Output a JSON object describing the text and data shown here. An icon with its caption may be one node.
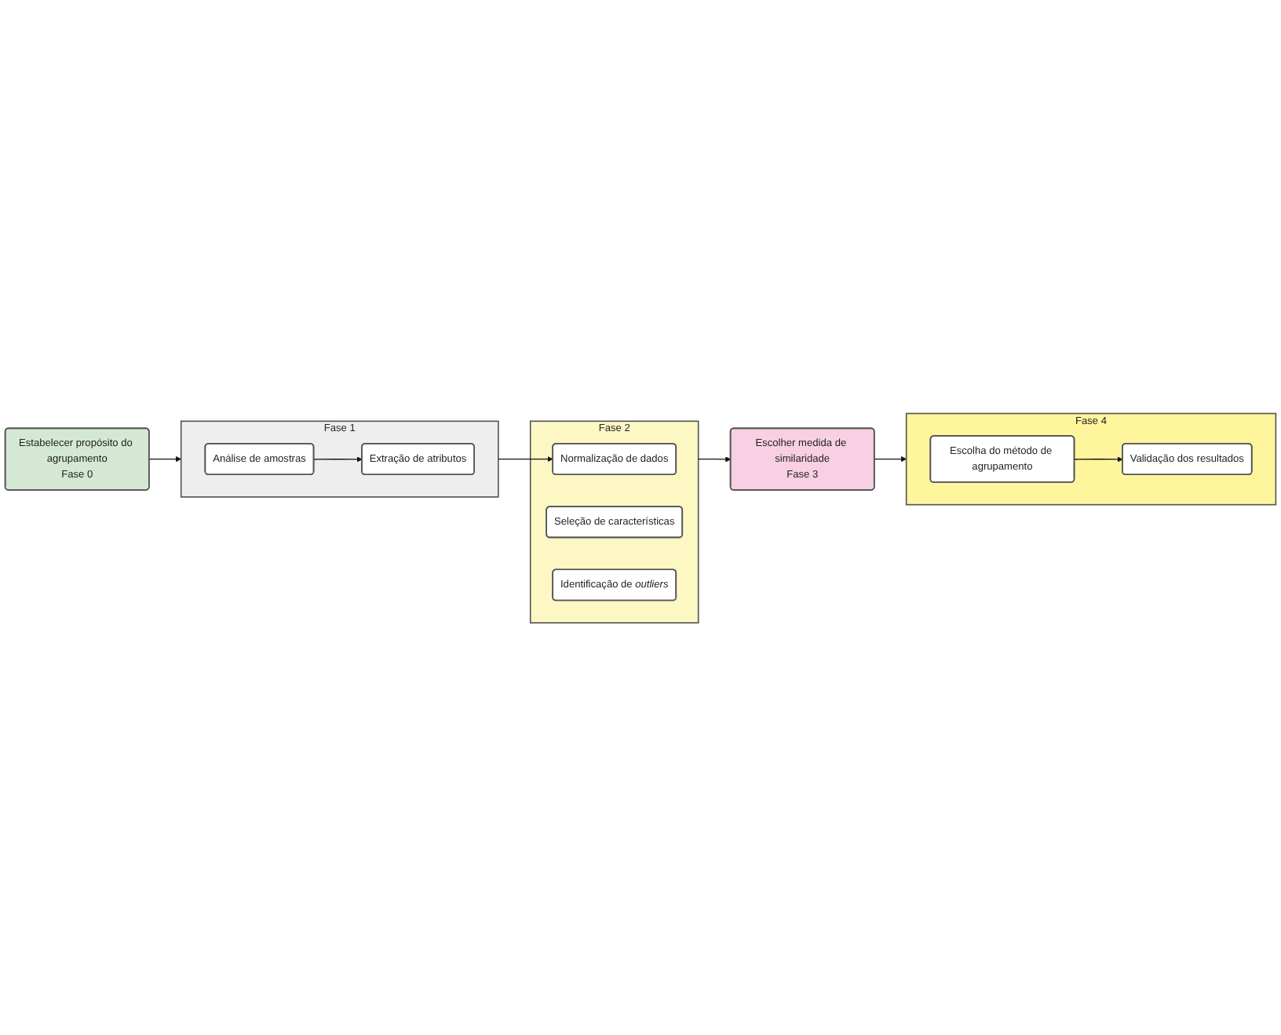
{
  "diagram": {
    "nodes": [
      {
        "text": [
          "Estabelecer propósito do agrupamento",
          "Fase 0"
        ]
      },
      {
        "text": [
          "Fase 1"
        ]
      },
      {
        "text": [
          "Análise de amostras"
        ],
        "in": 1
      },
      {
        "text": [
          "Extração de atributos"
        ],
        "in": 1
      },
      {
        "text": [
          "Fase 2"
        ]
      },
      {
        "text": [
          "Normalização de dados"
        ],
        "in": 4
      },
      {
        "text": [
          "Seleção de características"
        ],
        "in": 4
      },
      {
        "text": [
          "Identificação de *outliers*"
        ],
        "in": 4
      },
      {
        "text": [
          "Escolher medida de similaridade",
          "Fase 3"
        ]
      },
      {
        "text": [
          "Fase 4"
        ]
      },
      {
        "text": [
          "Escolha do método de agrupamento"
        ],
        "in": 9
      },
      {
        "text": [
          "Validação dos resultados"
        ],
        "in": 9
      }
    ],
    "edges": [
      {
        "from": 0,
        "to": 1,
        "arrow": "to"
      },
      {
        "from": 2,
        "to": 3,
        "arrow": "to"
      },
      {
        "from": 1,
        "to": 5,
        "arrow": "to"
      },
      {
        "from": 4,
        "to": 8,
        "arrow": "to"
      },
      {
        "from": 8,
        "to": 9,
        "arrow": "to"
      },
      {
        "from": 10,
        "to": 11,
        "arrow": "to"
      }
    ]
  }
}
